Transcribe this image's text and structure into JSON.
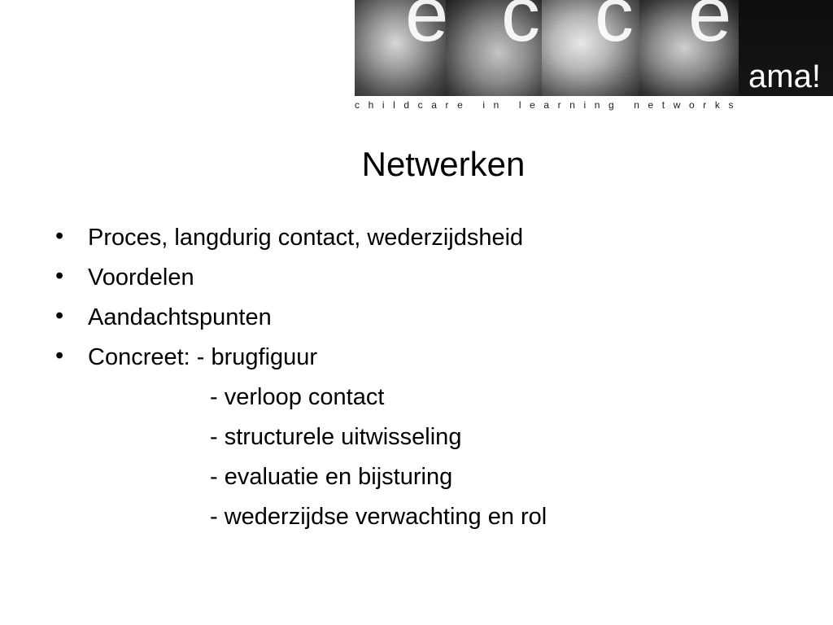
{
  "banner": {
    "logo_letters": [
      "e",
      "c",
      "c",
      "e"
    ],
    "logo_suffix": "ama!",
    "tagline": "childcare in learning networks"
  },
  "slide": {
    "title": "Netwerken",
    "bullets": [
      "Proces, langdurig contact, wederzijdsheid",
      "Voordelen",
      "Aandachtspunten",
      "Concreet: - brugfiguur"
    ],
    "sub_items": [
      "- verloop contact",
      "- structurele uitwisseling",
      "- evaluatie en bijsturing",
      "- wederzijdse verwachting en rol"
    ],
    "bullet_glyph": "•"
  }
}
